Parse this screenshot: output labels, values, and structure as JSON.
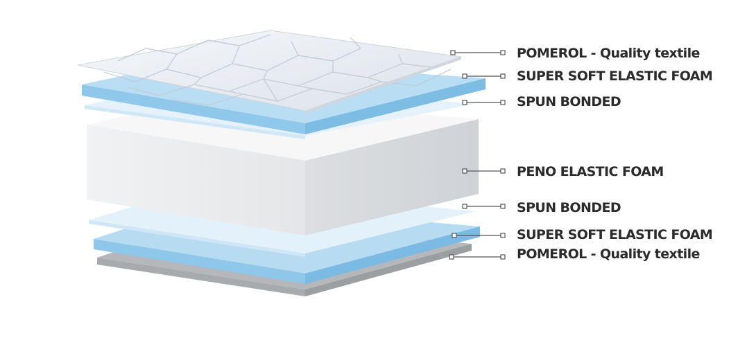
{
  "diagram": {
    "layers": [
      {
        "label": "POMEROL - Quality textile"
      },
      {
        "label": "SUPER SOFT ELASTIC FOAM"
      },
      {
        "label": "SPUN BONDED"
      },
      {
        "label": "PENO ELASTIC FOAM"
      },
      {
        "label": "SPUN BONDED"
      },
      {
        "label": "SUPER SOFT ELASTIC FOAM"
      },
      {
        "label": "POMEROL - Quality textile"
      }
    ]
  }
}
